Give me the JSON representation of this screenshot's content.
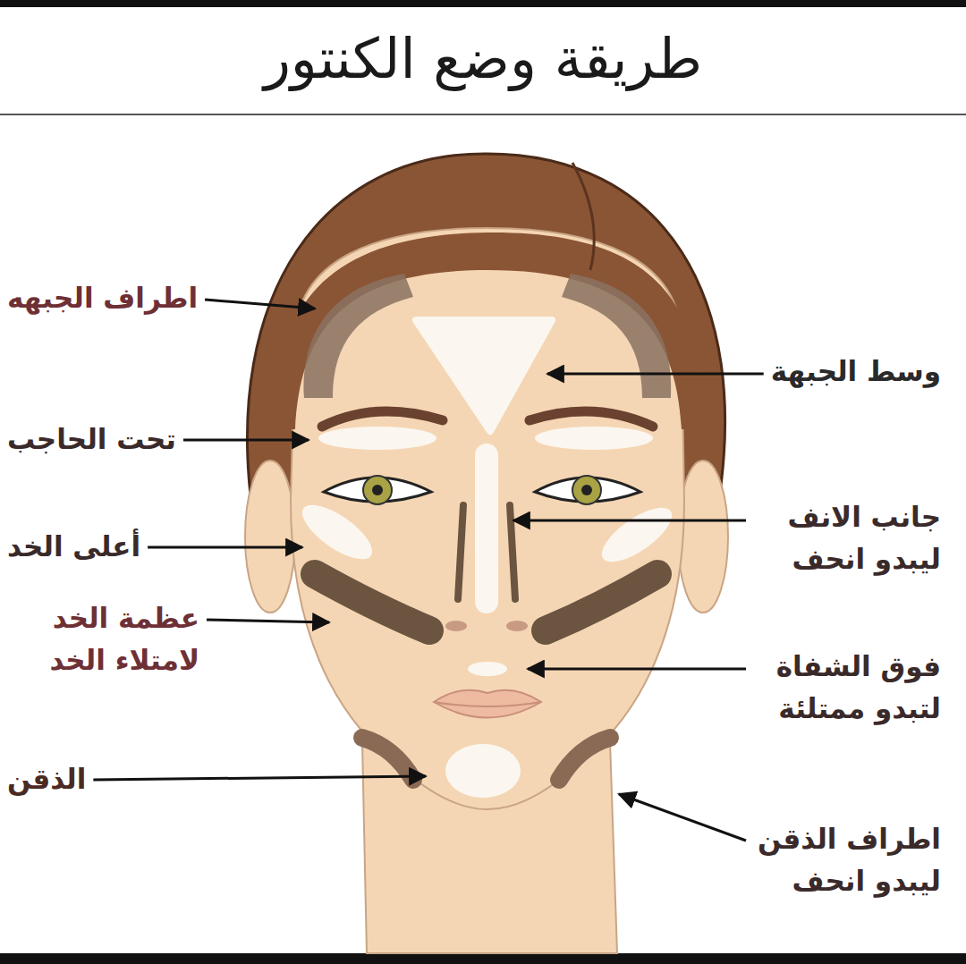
{
  "diagram": {
    "title": "طريقة وضع الكنتور",
    "labels": [
      "اطراف الجبهه",
      "وسط الجبهة",
      "تحت الحاجب",
      "جانب الانف ليبدو انحف",
      "أعلى الخد",
      "عظمة الخد لامتلاء الخد",
      "فوق الشفاة لتبدو ممتلئة",
      "الذقن",
      "اطراف الذقن ليبدو انحف"
    ]
  }
}
